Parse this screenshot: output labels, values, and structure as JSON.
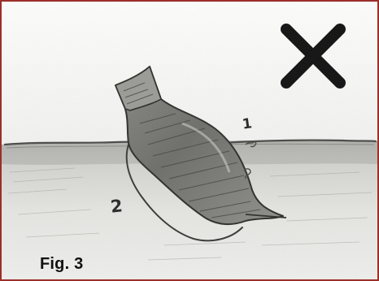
{
  "figure": {
    "caption": "Fig. 3",
    "annotations": {
      "one": "1",
      "two": "2"
    },
    "mark_icon": "x-mark-icon",
    "image_subject": "pencil-sketch-bottle-tilted-in-water",
    "colors": {
      "frame_border": "#9b2f2a",
      "x_mark": "#111111"
    }
  }
}
